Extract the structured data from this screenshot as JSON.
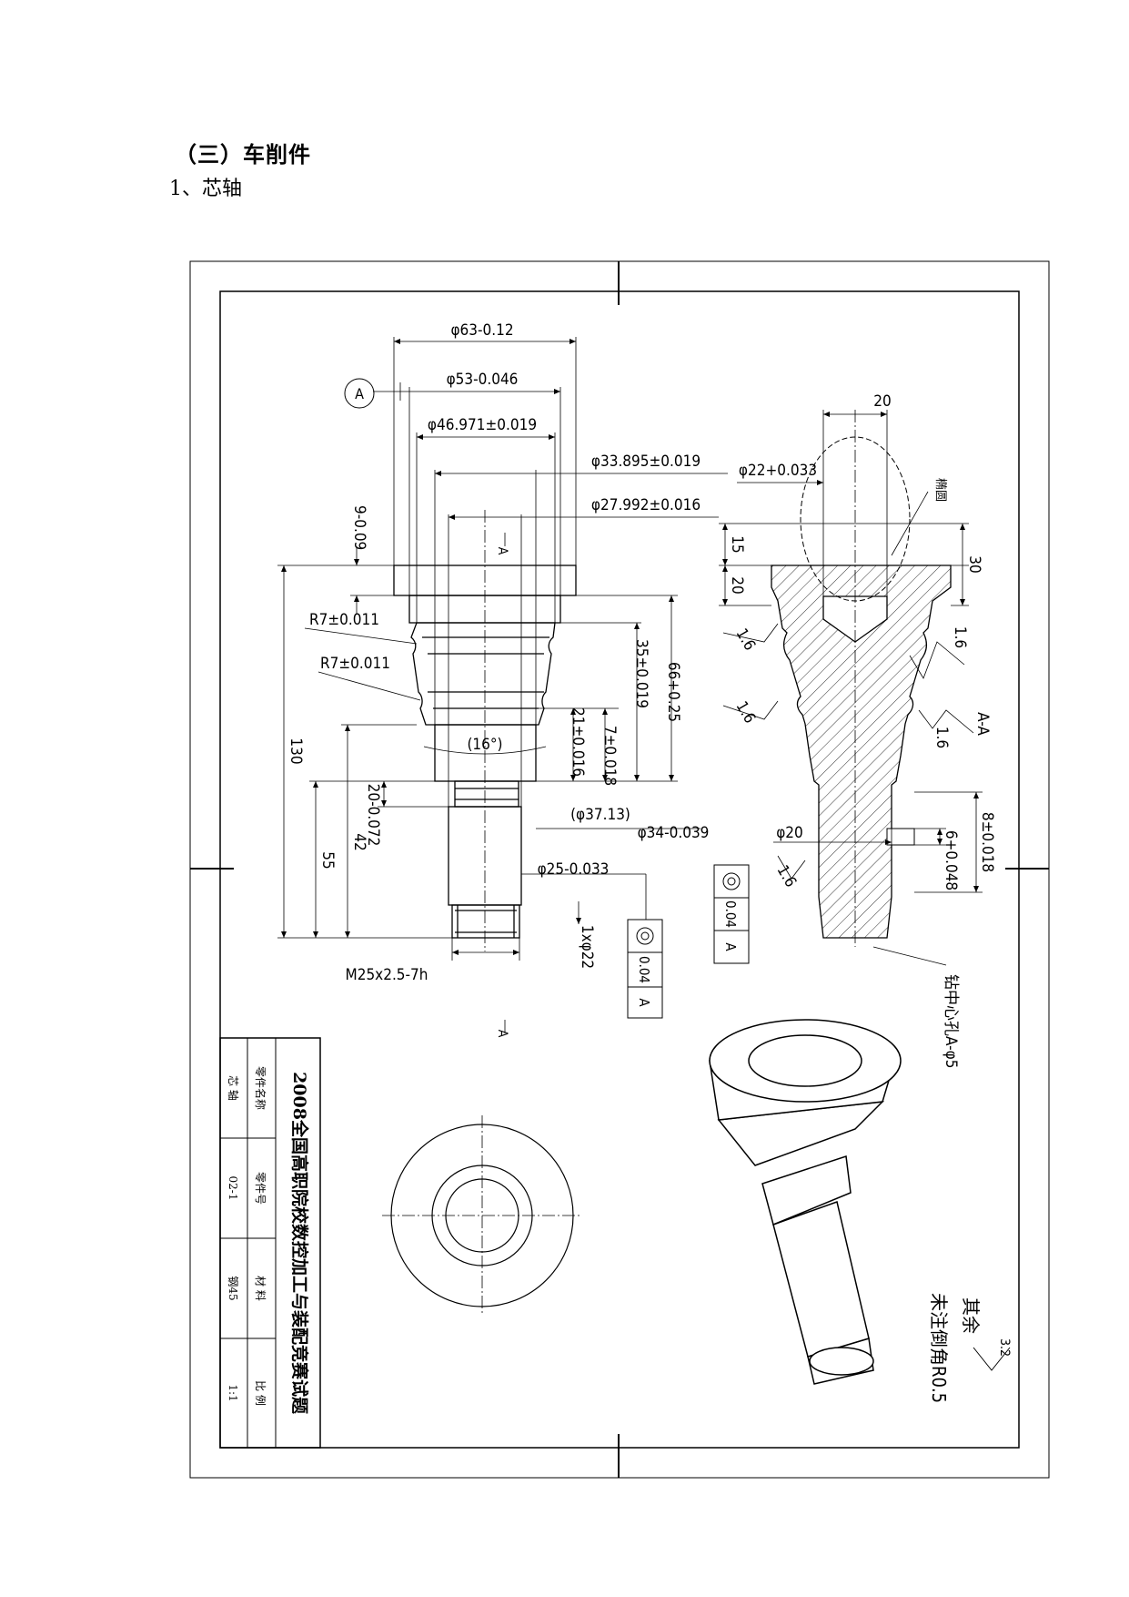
{
  "section_heading": "（三）车削件",
  "item_heading": "1、芯轴",
  "drawing": {
    "datum_label": "A",
    "dim_d63": "φ63-0.12",
    "dim_d53": "φ53-0.046",
    "dim_d46": "φ46.971±0.019",
    "dim_d33": "φ33.895±0.019",
    "dim_d27": "φ27.992±0.016",
    "dim_9": "9-0.09",
    "dim_r7_upper": "R7±0.011",
    "dim_r7_lower": "R7±0.011",
    "dim_35": "35±0.019",
    "dim_66": "66+0.25",
    "dim_21": "21±0.016",
    "dim_7": "7±0.018",
    "dim_130": "130",
    "dim_angle": "(16°)",
    "dim_d37": "(φ37.13)",
    "dim_d34": "φ34-0.039",
    "dim_20": "20-0.072",
    "dim_42": "42",
    "dim_55": "55",
    "dim_d25": "φ25-0.033",
    "dim_chamfer": "1xφ22",
    "dim_thread": "M25x2.5-7h",
    "section_cut_top": "A",
    "section_cut_bottom": "A",
    "tol_frame_1": {
      "value": "0.04",
      "datum": "A"
    },
    "tol_frame_2": {
      "value": "0.04",
      "datum": "A"
    },
    "sec_dim_20": "20",
    "sec_dim_d22": "φ22+0.033",
    "sec_note_ellipse": "椭圆",
    "sec_dim_15": "15",
    "sec_dim_20b": "20",
    "sec_dim_30": "30",
    "sec_roughness": "1.6",
    "sec_title": "A-A",
    "sec_dim_d20": "φ20",
    "sec_dim_8": "8±0.018",
    "sec_dim_6": "6+0.048",
    "sec_note_center": "钻中心孔A-φ5",
    "note_rest": "其余",
    "note_rest_roughness": "3.2",
    "note_chamfer": "未注倒角R0.5",
    "title_block": {
      "title": "2008全国高职院校数控加工与装配竞赛试题",
      "row1_label": "零件名称",
      "row1_value": "芯  轴",
      "row2_label": "零件号",
      "row2_value": "02-1",
      "row3_label": "材  料",
      "row3_value": "钢45",
      "row4_label": "比  例",
      "row4_value": "1:1"
    }
  }
}
